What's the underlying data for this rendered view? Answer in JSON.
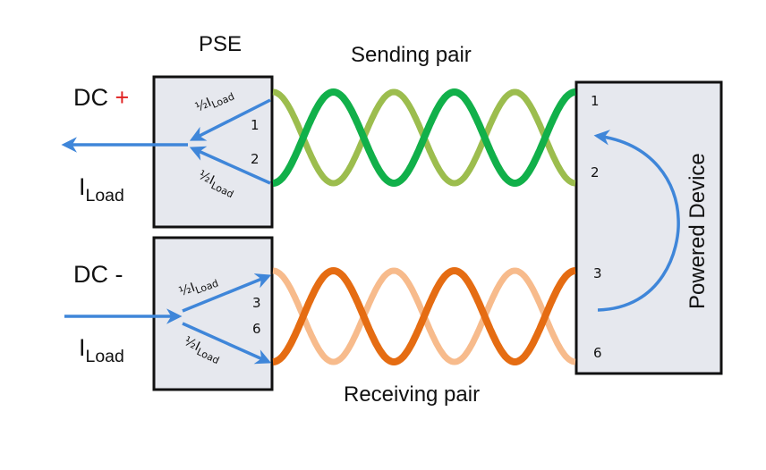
{
  "labels": {
    "pse": "PSE",
    "sending_pair": "Sending pair",
    "receiving_pair": "Receiving pair",
    "powered_device": "Powered Device",
    "dc_plus_text": "DC ",
    "dc_plus_sign": "+",
    "dc_minus": "DC -",
    "i_load_main": "I",
    "i_load_sub": "Load",
    "half_prefix": "½I",
    "half_sub": "Load"
  },
  "pse_pins": {
    "upper": [
      "1",
      "2"
    ],
    "lower": [
      "3",
      "6"
    ]
  },
  "pd_pins": [
    "1",
    "2",
    "3",
    "6"
  ],
  "colors": {
    "sending_dark": "#11b04a",
    "sending_light": "#9cbd4e",
    "receiving_dark": "#e56c12",
    "receiving_light": "#f7bb8c",
    "arrow": "#3f86d9",
    "box_fill": "#e6e8ee",
    "box_stroke": "#111111",
    "plus_sign": "#e02020"
  }
}
